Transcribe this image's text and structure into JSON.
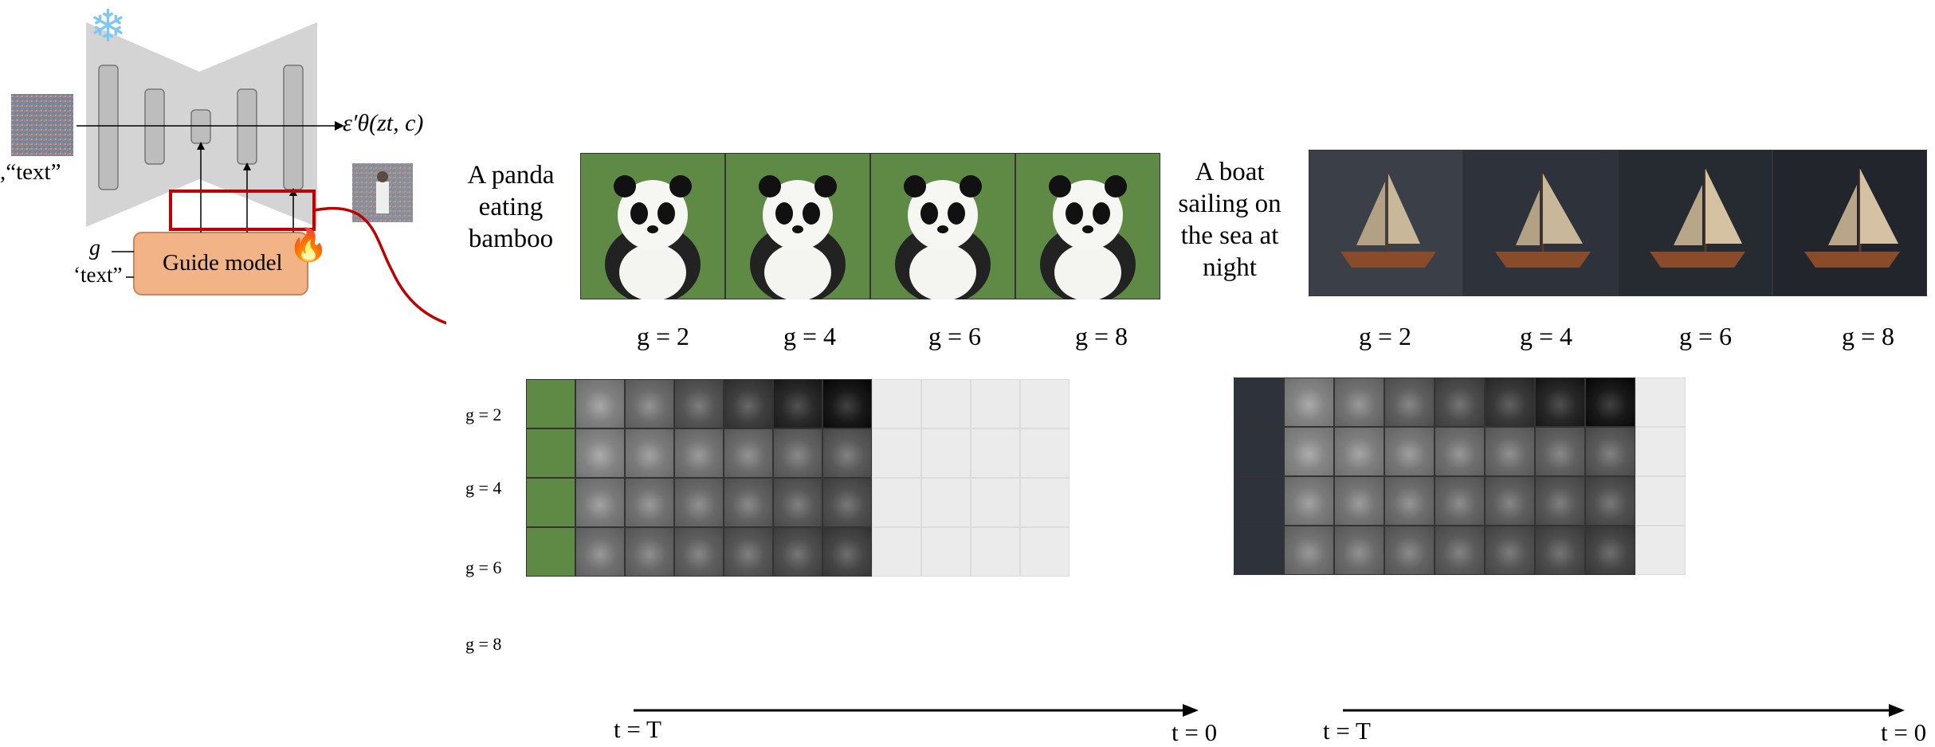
{
  "diagram": {
    "eps_label": "ε′θ(zt, c)",
    "text_left": ",“text”",
    "g_left": "g",
    "text_left2": "‘text”",
    "guide_model": "Guide model",
    "snowflake_icon": "snowflake-icon",
    "fire_icon": "fire-icon"
  },
  "panda": {
    "caption_lines": [
      "A panda",
      "eating",
      "bamboo"
    ],
    "g_labels": [
      "g = 2",
      "g = 4",
      "g = 6",
      "g = 8"
    ],
    "row_labels": [
      "g = 2",
      "g = 4",
      "g = 6",
      "g = 8"
    ]
  },
  "boat": {
    "caption_lines": [
      "A boat",
      "sailing on",
      "the sea at",
      "night"
    ],
    "g_labels": [
      "g = 2",
      "g = 4",
      "g = 6",
      "g = 8"
    ]
  },
  "axes": {
    "left_start": "t = T",
    "left_end": "t = 0",
    "right_start": "t = T",
    "right_end": "t = 0"
  },
  "colors": {
    "unet_gray": "#d4d4d4",
    "guide_orange": "#f2b487",
    "highlight_red": "#c00000"
  }
}
